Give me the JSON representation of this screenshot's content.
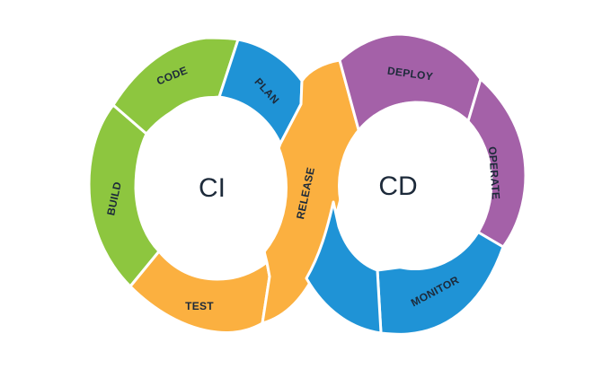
{
  "diagram": {
    "left_center_label": "CI",
    "right_center_label": "CD",
    "segments": [
      {
        "id": "code",
        "label": "CODE",
        "color": "#8dc63f"
      },
      {
        "id": "plan",
        "label": "PLAN",
        "color": "#1f93d6"
      },
      {
        "id": "build",
        "label": "BUILD",
        "color": "#8dc63f"
      },
      {
        "id": "test",
        "label": "TEST",
        "color": "#fbb040"
      },
      {
        "id": "release",
        "label": "RELEASE",
        "color": "#fbb040"
      },
      {
        "id": "deploy",
        "label": "DEPLOY",
        "color": "#a461a8"
      },
      {
        "id": "operate",
        "label": "OPERATE",
        "color": "#a461a8"
      },
      {
        "id": "monitor",
        "label": "MONITOR",
        "color": "#1f93d6"
      },
      {
        "id": "cd-lower-left",
        "label": "",
        "color": "#1f93d6"
      }
    ]
  }
}
